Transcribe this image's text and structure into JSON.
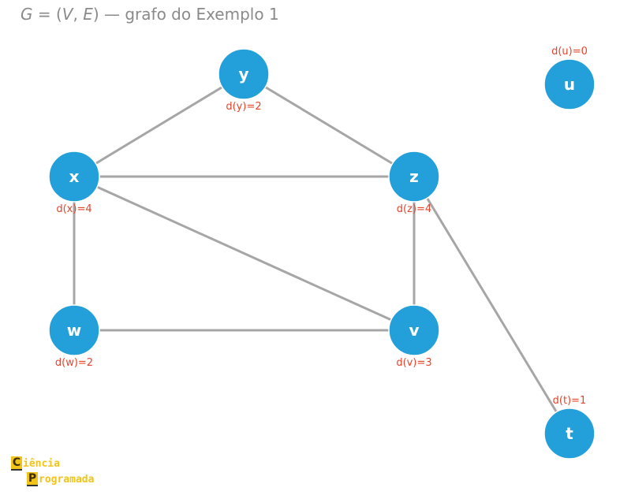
{
  "title": {
    "math_g": "G",
    "math_eq": " = (",
    "math_v": "V",
    "math_comma": ", ",
    "math_e": "E",
    "math_close": ")",
    "text": " — grafo do Exemplo 1"
  },
  "nodes": [
    {
      "id": "y",
      "label": "y",
      "degree_label": "d(y)=2"
    },
    {
      "id": "u",
      "label": "u",
      "degree_label": "d(u)=0"
    },
    {
      "id": "x",
      "label": "x",
      "degree_label": "d(x)=4"
    },
    {
      "id": "z",
      "label": "z",
      "degree_label": "d(z)=4"
    },
    {
      "id": "w",
      "label": "w",
      "degree_label": "d(w)=2"
    },
    {
      "id": "v",
      "label": "v",
      "degree_label": "d(v)=3"
    },
    {
      "id": "t",
      "label": "t",
      "degree_label": "d(t)=1"
    }
  ],
  "edges": [
    [
      "x",
      "y"
    ],
    [
      "y",
      "z"
    ],
    [
      "x",
      "z"
    ],
    [
      "x",
      "w"
    ],
    [
      "x",
      "v"
    ],
    [
      "z",
      "v"
    ],
    [
      "w",
      "v"
    ],
    [
      "z",
      "t"
    ]
  ],
  "colors": {
    "node": "#239fd9",
    "edge": "#a6a6a6",
    "degree_label": "#e8432b",
    "title": "#8a8a8a",
    "logo": "#f2c318"
  },
  "logo": {
    "line1_letter": "C",
    "line1_rest": "iência",
    "line2_letter": "P",
    "line2_rest": "rogramada"
  }
}
